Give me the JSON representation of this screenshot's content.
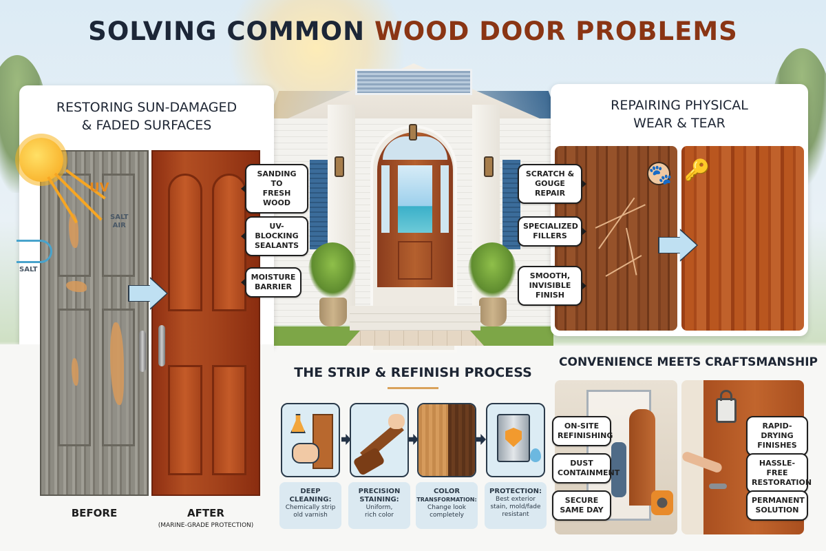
{
  "title": {
    "part1": "SOLVING COMMON",
    "part2": "WOOD DOOR PROBLEMS",
    "accent_color": "#8a3514",
    "dark_color": "#1c2637"
  },
  "sun_damage": {
    "heading_line1": "RESTORING SUN-DAMAGED",
    "heading_line2": "& FADED SURFACES",
    "uv_label": "UV",
    "salt_air_label_1": "SALT",
    "salt_air_label_2": "AIR",
    "salt_label": "SALT",
    "before_label": "BEFORE",
    "after_label": "AFTER",
    "after_sub": "(MARINE-GRADE PROTECTION)",
    "callouts": [
      {
        "line1": "SANDING TO",
        "line2": "FRESH WOOD"
      },
      {
        "line1": "UV-BLOCKING",
        "line2": "SEALANTS"
      },
      {
        "line1": "MOISTURE",
        "line2": "BARRIER"
      }
    ],
    "icons": [
      "sun-icon",
      "wind-icon",
      "arrow-right-icon"
    ]
  },
  "physical_wear": {
    "heading_line1": "REPAIRING PHYSICAL",
    "heading_line2": "WEAR & TEAR",
    "callouts": [
      {
        "line1": "SCRATCH &",
        "line2": "GOUGE REPAIR",
        "line3": ""
      },
      {
        "line1": "SPECIALIZED",
        "line2": "FILLERS",
        "line3": ""
      },
      {
        "line1": "SMOOTH,",
        "line2": "INVISIBLE",
        "line3": "FINISH"
      }
    ],
    "icons": [
      "paw-icon",
      "key-icon",
      "arrow-right-icon"
    ],
    "paw_glyph": "🐾",
    "key_glyph": "🔑"
  },
  "process": {
    "heading": "THE STRIP & REFINISH PROCESS",
    "steps": [
      {
        "title_line1": "DEEP",
        "title_line2": "CLEANING:",
        "desc_line1": "Chemically strip",
        "desc_line2": "old varnish",
        "icon": "cleaning-icon"
      },
      {
        "title_line1": "PRECISION",
        "title_line2": "STAINING:",
        "desc_line1": "Uniform,",
        "desc_line2": "rich color",
        "icon": "brush-icon"
      },
      {
        "title_line1": "COLOR",
        "title_line2": "TRANSFORMATION:",
        "desc_line1": "Change look",
        "desc_line2": "completely",
        "icon": "color-swatch-icon"
      },
      {
        "title_line1": "PROTECTION:",
        "title_line2": "",
        "desc_line1": "Best exterior",
        "desc_line2": "stain, mold/fade resistant",
        "icon": "shield-can-icon"
      }
    ]
  },
  "convenience": {
    "heading": "CONVENIENCE MEETS CRAFTSMANSHIP",
    "left_callouts": [
      {
        "line1": "ON-SITE",
        "line2": "REFINISHING"
      },
      {
        "line1": "DUST",
        "line2": "CONTAINMENT"
      },
      {
        "line1": "SECURE",
        "line2": "SAME DAY"
      }
    ],
    "right_callouts": [
      {
        "line1": "RAPID-DRYING",
        "line2": "FINISHES"
      },
      {
        "line1": "HASSLE-FREE",
        "line2": "RESTORATION"
      },
      {
        "line1": "PERMANENT",
        "line2": "SOLUTION"
      }
    ],
    "icons": [
      "padlock-icon",
      "spray-booth-icon",
      "fan-icon"
    ]
  }
}
